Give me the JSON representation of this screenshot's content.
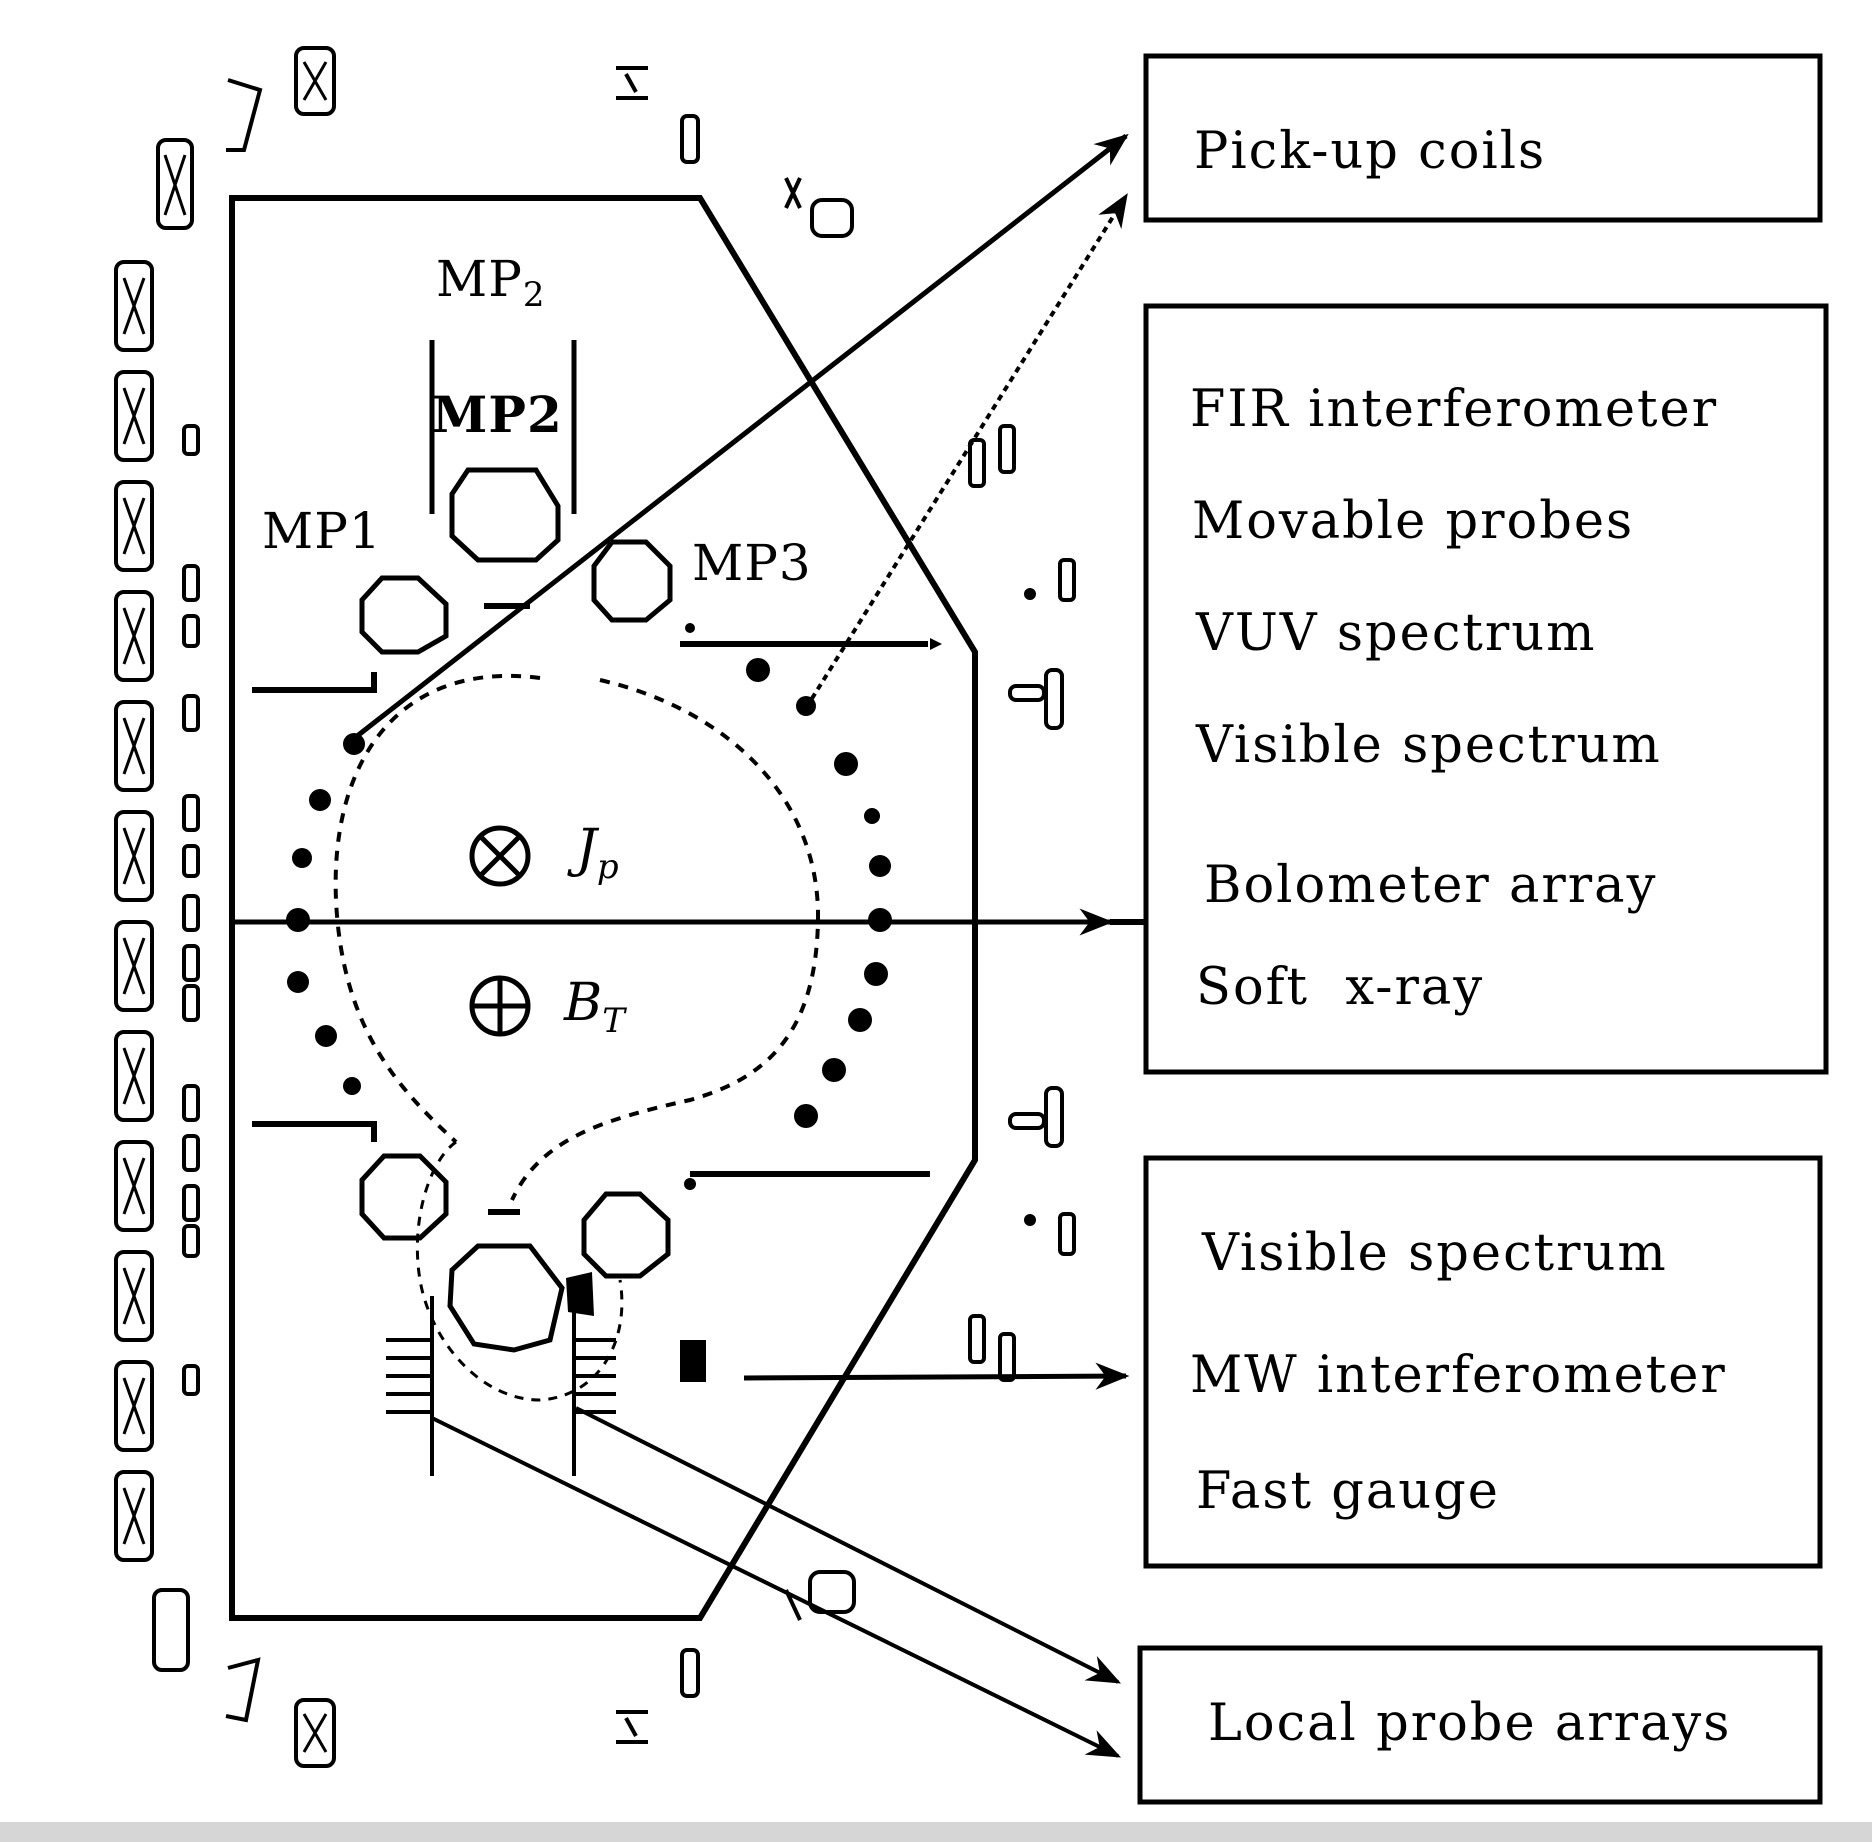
{
  "diagram": {
    "labels": {
      "mp2_main": "MP",
      "mp2_sub": "2",
      "mp2_overlap": "MP2",
      "mp1": "MP1",
      "mp3": "MP3",
      "jp_main": "J",
      "jp_sub": "p",
      "bt_main": "B",
      "bt_sub": "T"
    },
    "boxes": [
      {
        "name": "magnetics-box",
        "items": [
          "Pick-up coils"
        ]
      },
      {
        "name": "core-diagnostics-box",
        "items": [
          "FIR interferometer",
          "Movable probes",
          "VUV spectrum",
          "Visible spectrum",
          "Bolometer array",
          "Soft  x-ray"
        ]
      },
      {
        "name": "divertor-diagnostics-box",
        "items": [
          "Visible spectrum",
          "MW interferometer",
          "Fast gauge"
        ]
      },
      {
        "name": "edge-probes-box",
        "items": [
          "Local probe arrays"
        ]
      }
    ]
  }
}
